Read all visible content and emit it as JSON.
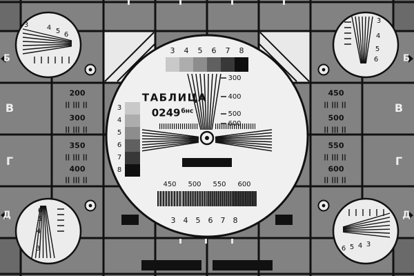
{
  "card": {
    "title": "ТАБЛИЦА",
    "code": "0249",
    "code_suffix": "бнс"
  },
  "row_letters": [
    "Б",
    "В",
    "Г",
    "Д"
  ],
  "top_scale": [
    "3",
    "4",
    "5",
    "6",
    "7",
    "8"
  ],
  "bottom_scale": [
    "3",
    "4",
    "5",
    "6",
    "7",
    "8"
  ],
  "gray_scale_labels": [
    "3",
    "4",
    "5",
    "6",
    "7",
    "8"
  ],
  "wedge_labels": [
    "300",
    "400",
    "500",
    "600"
  ],
  "burst_labels": [
    "450",
    "500",
    "550",
    "600"
  ],
  "left_cell_labels": [
    "200",
    "300",
    "350",
    "400"
  ],
  "right_cell_labels": [
    "450",
    "500",
    "550",
    "600"
  ],
  "corner_top_left_labels": [
    "3",
    "4",
    "5",
    "6"
  ],
  "corner_top_right_labels": [
    "3",
    "4",
    "5",
    "6"
  ],
  "corner_bottom_left_labels": [
    "6",
    "5",
    "4",
    "3"
  ],
  "corner_bottom_right_labels": [
    "6",
    "5",
    "4",
    "3"
  ],
  "colors": {
    "background": "#828282",
    "corner_shade": "#6a6a6a",
    "line": "#111111",
    "circle_fill": "#f0f0f0"
  }
}
